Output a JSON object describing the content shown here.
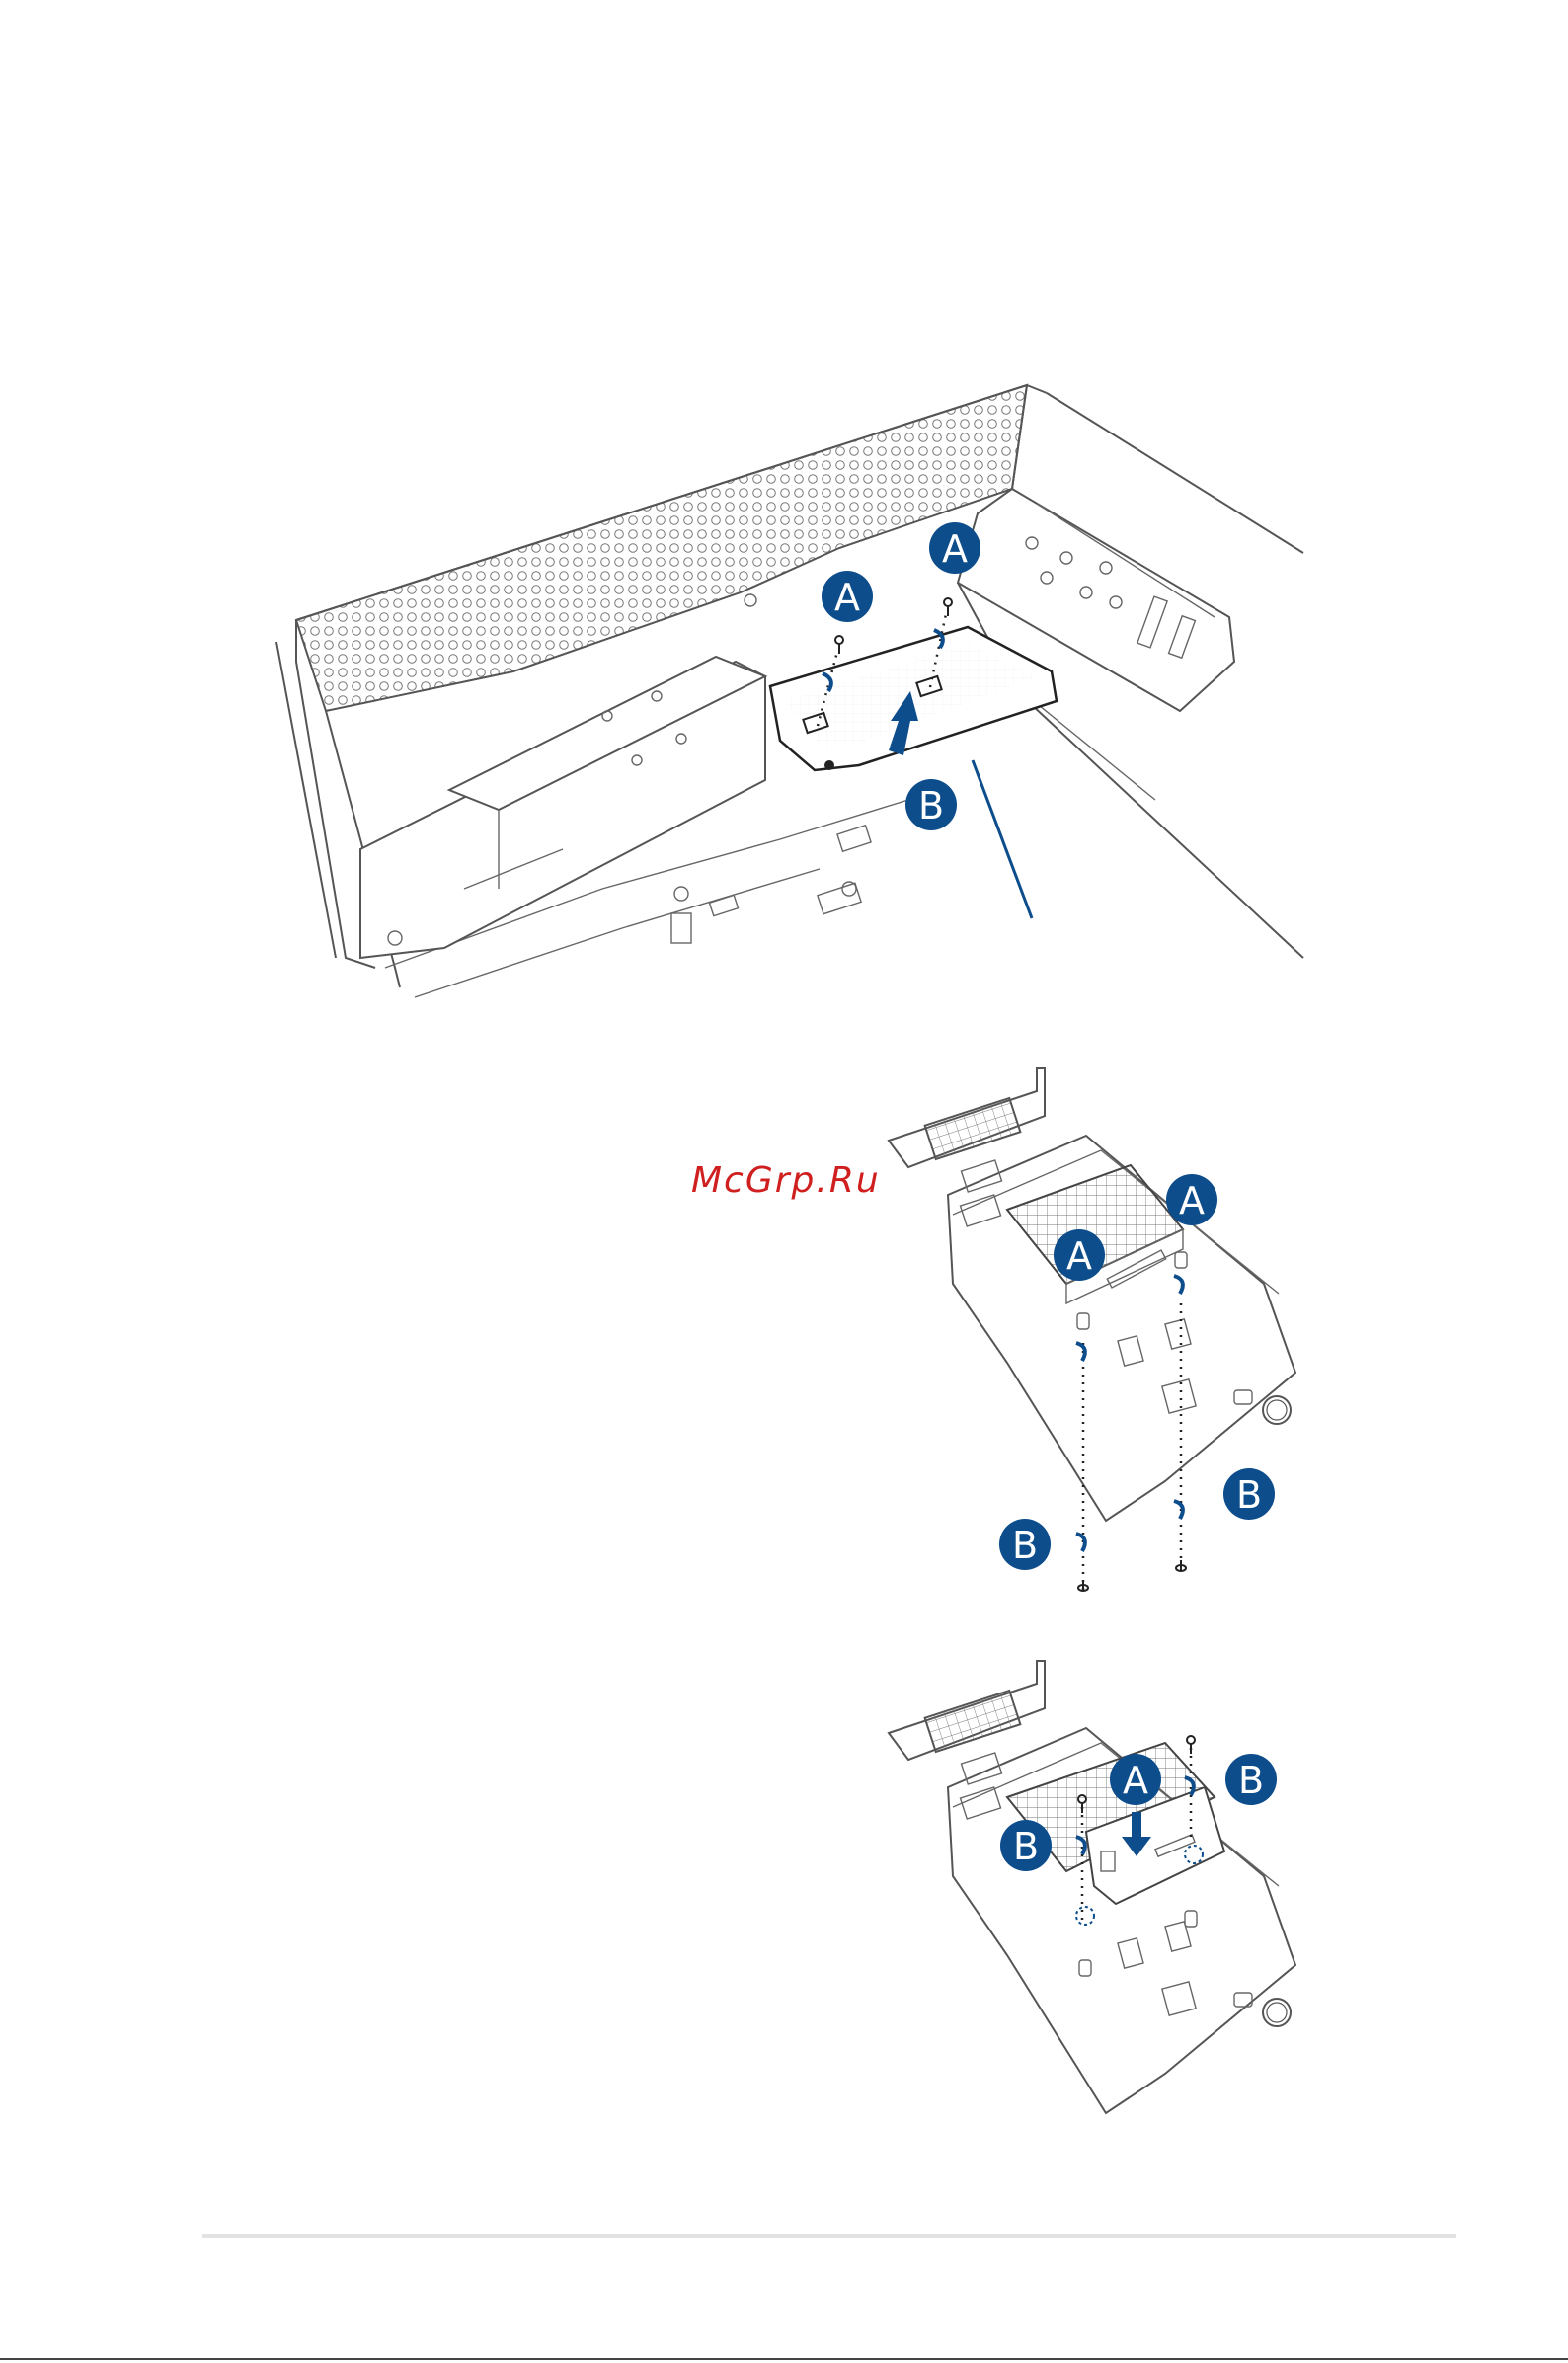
{
  "figures": {
    "chassis": {
      "callouts": [
        "A",
        "A",
        "B"
      ]
    },
    "card_remove": {
      "callouts": [
        "A",
        "A",
        "B",
        "B"
      ]
    },
    "card_install": {
      "callouts": [
        "A",
        "B",
        "B"
      ]
    }
  },
  "watermark": "McGrp.Ru",
  "colors": {
    "callout": "#0d4d8c",
    "watermark": "#cf1f1f",
    "line": "#555555"
  }
}
